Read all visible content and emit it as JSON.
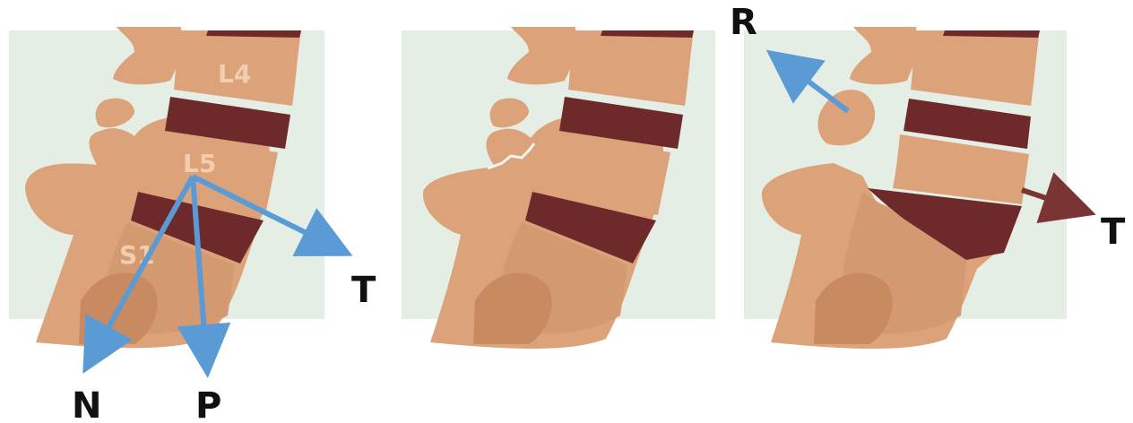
{
  "colors": {
    "background_panel": "#e4eee4",
    "bone": "#dca27a",
    "bone_dark": "#c98a61",
    "bone_highlight": "#ebbd98",
    "disc": "#6e2a2a",
    "disc_ring": "#f0c3a3",
    "vector_blue": "#5b9bd5",
    "vector_maroon": "#7b3434"
  },
  "panels": [
    {
      "id": "normal",
      "vertebra_labels": [
        "L4",
        "L5",
        "S1"
      ],
      "force_vectors": [
        {
          "label": "T",
          "icon": "arrow-right-down-icon"
        },
        {
          "label": "N",
          "icon": "arrow-down-left-icon"
        },
        {
          "label": "P",
          "icon": "arrow-down-icon"
        }
      ]
    },
    {
      "id": "pars-fracture",
      "vertebra_labels": [],
      "force_vectors": []
    },
    {
      "id": "spondylolisthesis",
      "vertebra_labels": [],
      "force_vectors": [
        {
          "label": "R",
          "icon": "arrow-up-left-icon"
        },
        {
          "label": "T",
          "icon": "arrow-right-down-icon"
        }
      ]
    }
  ]
}
